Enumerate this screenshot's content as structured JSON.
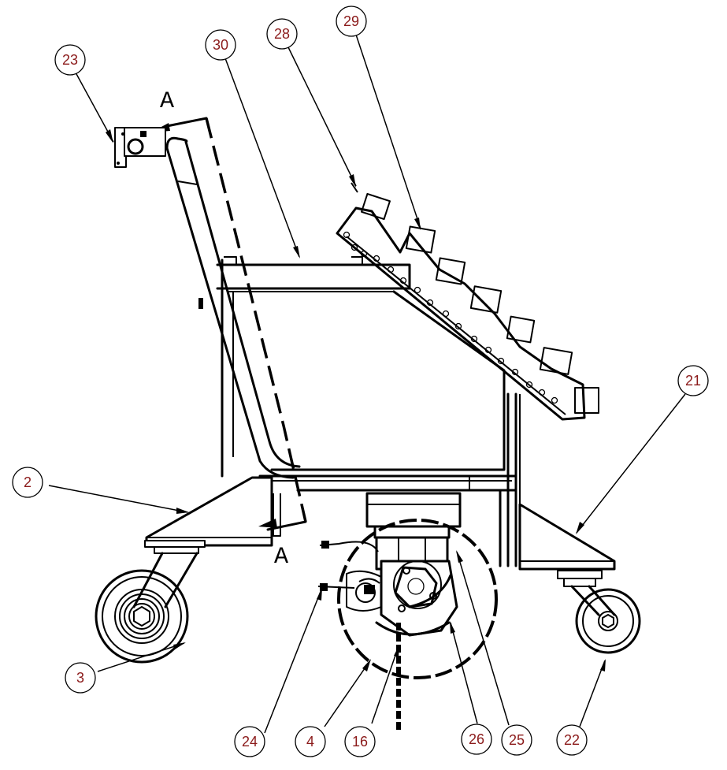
{
  "diagram": {
    "section_label_top": "A",
    "section_label_bottom": "A",
    "callouts": [
      {
        "id": "c23",
        "label": "23"
      },
      {
        "id": "c30",
        "label": "30"
      },
      {
        "id": "c28",
        "label": "28"
      },
      {
        "id": "c29",
        "label": "29"
      },
      {
        "id": "c21",
        "label": "21"
      },
      {
        "id": "c2",
        "label": "2"
      },
      {
        "id": "c3",
        "label": "3"
      },
      {
        "id": "c24",
        "label": "24"
      },
      {
        "id": "c4",
        "label": "4"
      },
      {
        "id": "c16",
        "label": "16"
      },
      {
        "id": "c26",
        "label": "26"
      },
      {
        "id": "c25",
        "label": "25"
      },
      {
        "id": "c22",
        "label": "22"
      }
    ]
  }
}
